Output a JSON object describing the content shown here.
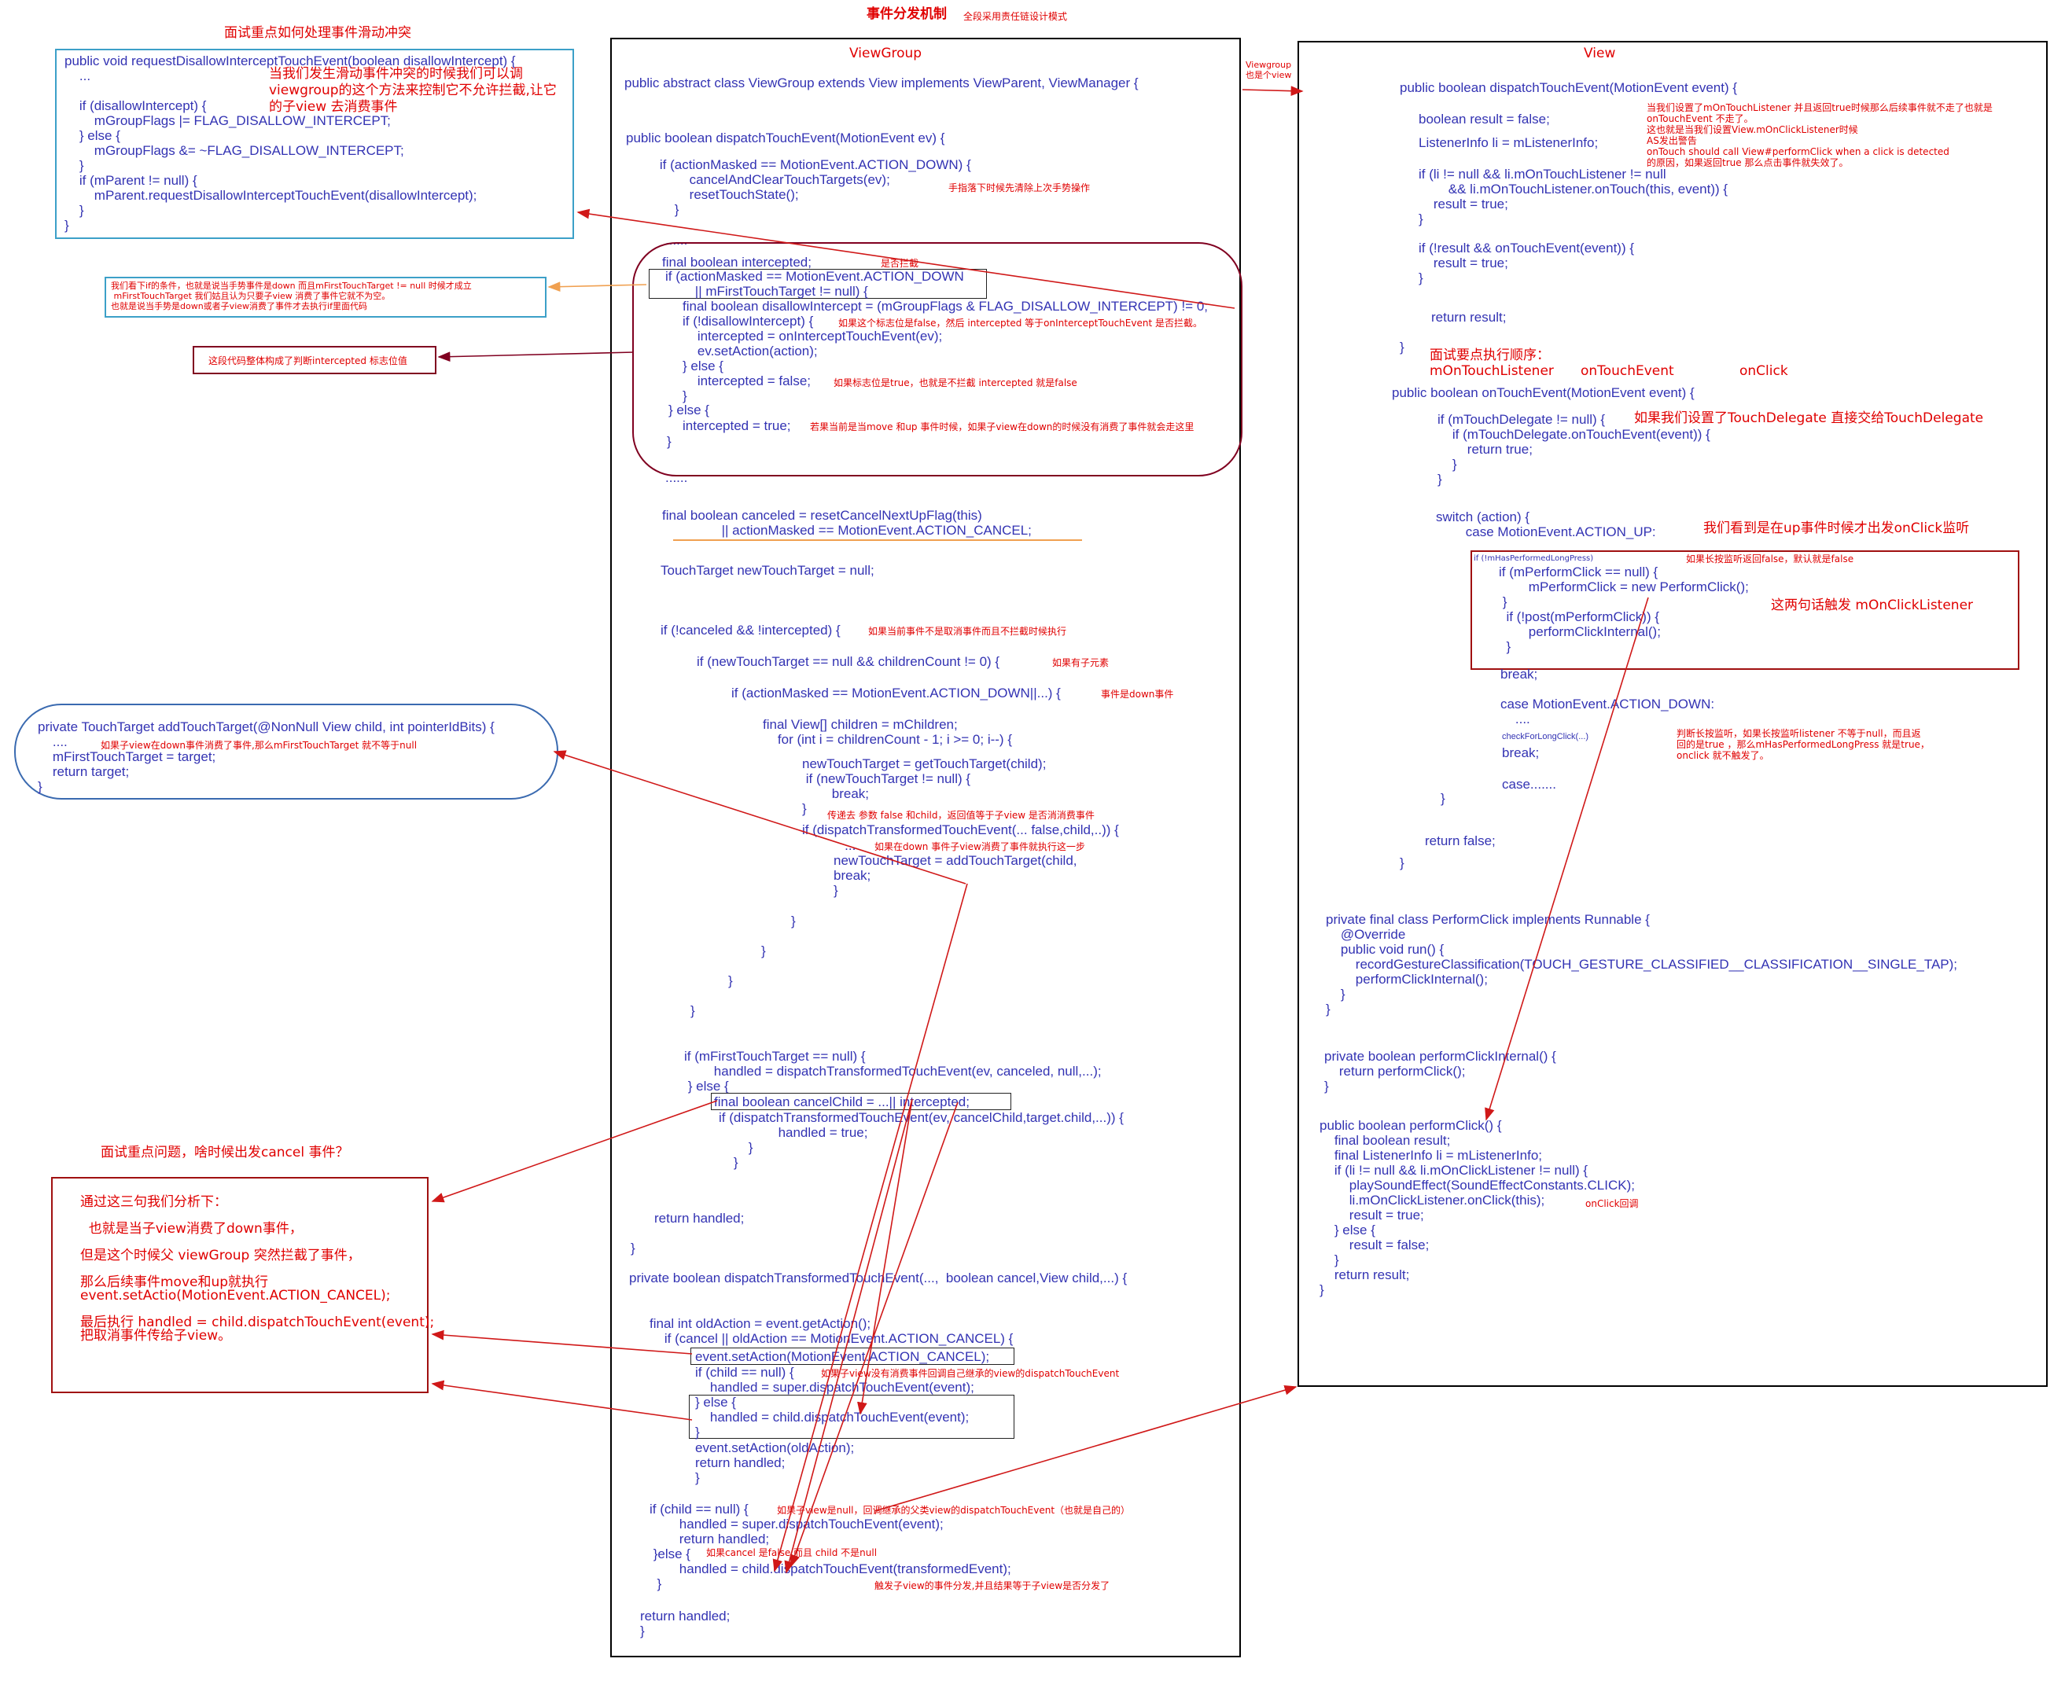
{
  "header": {
    "title": "事件分发机制",
    "subtitle": "全段采用责任链设计模式"
  },
  "request_disallow": {
    "heading": "面试重点如何处理事件滑动冲突",
    "code": [
      "public void requestDisallowInterceptTouchEvent(boolean disallowIntercept) {",
      "    ...",
      "",
      "    if (disallowIntercept) {",
      "        mGroupFlags |= FLAG_DISALLOW_INTERCEPT;",
      "    } else {",
      "        mGroupFlags &= ~FLAG_DISALLOW_INTERCEPT;",
      "    }",
      "    if (mParent != null) {",
      "        mParent.requestDisallowInterceptTouchEvent(disallowIntercept);",
      "    }",
      "}"
    ],
    "note": "当我们发生滑动事件冲突的时候我们可以调\nviewgroup的这个方法来控制它不允许拦截,让它\n的子view 去消费事件"
  },
  "condition_note": "我们看下if的条件，也就是说当手势事件是down 而且mFirstTouchTarget != null 时候才成立\n mFirstTouchTarget 我们姑且认为只要子view 消费了事件它就不为空。\n也就是说当手势是down或者子view消费了事件才去执行if里面代码",
  "intercept_flag_note": "这段代码整体构成了判断intercepted 标志位值",
  "add_touch_target": {
    "code": [
      "private TouchTarget addTouchTarget(@NonNull View child, int pointerIdBits) {",
      "    ....",
      "    mFirstTouchTarget = target;",
      "    return target;",
      "}"
    ],
    "note": "如果子view在down事件消费了事件,那么mFirstTouchTarget 就不等于null"
  },
  "cancel_question": {
    "heading": "面试重点问题，啥时候出发cancel 事件？",
    "lines": [
      "通过这三句我们分析下：",
      "",
      "  也就是当子view消费了down事件，",
      "",
      "但是这个时候父 viewGroup 突然拦截了事件，",
      "",
      "那么后续事件move和up就执行",
      "event.setActio(MotionEvent.ACTION_CANCEL);",
      "",
      "最后执行 handled = child.dispatchTouchEvent(event);",
      "把取消事件传给子view。"
    ]
  },
  "viewgroup": {
    "title": "ViewGroup",
    "class_decl": "public abstract class ViewGroup extends View implements ViewParent, ViewManager {",
    "dispatch_sig": "public boolean dispatchTouchEvent(MotionEvent ev) {",
    "down_block": "    if (actionMasked == MotionEvent.ACTION_DOWN) {\n            cancelAndClearTouchTargets(ev);\n            resetTouchState();\n        }",
    "down_note": "手指落下时候先清除上次手势操作",
    "ellipsis1": "......",
    "intercepted_decl": "final boolean intercepted;",
    "intercepted_decl_note": "是否拦截",
    "intercept_if": "if (actionMasked == MotionEvent.ACTION_DOWN\n        || mFirstTouchTarget != null) {",
    "intercept_body": "final boolean disallowIntercept = (mGroupFlags & FLAG_DISALLOW_INTERCEPT) != 0;\nif (!disallowIntercept) {\n    intercepted = onInterceptTouchEvent(ev);\n    ev.setAction(action);\n} else {\n    intercepted = false;\n}",
    "disallow_note": "如果这个标志位是false，然后 intercepted 等于onInterceptTouchEvent 是否拦截。",
    "false_note": "如果标志位是true，也就是不拦截 intercepted 就是false",
    "else_line": "} else {",
    "intercepted_true": "intercepted = true;",
    "intercepted_true_note": "若果当前是当move 和up 事件时候，如果子view在down的时候没有消费了事件就会走这里",
    "close_brace": "}",
    "ellipsis2": "......",
    "canceled": "final boolean canceled = resetCancelNextUpFlag(this)\n                || actionMasked == MotionEvent.ACTION_CANCEL;",
    "new_touch_target": "TouchTarget newTouchTarget = null;",
    "if_not_canceled": "if (!canceled && !intercepted) {",
    "if_not_canceled_note": "如果当前事件不是取消事件而且不拦截时候执行",
    "if_children": "if (newTouchTarget == null && childrenCount != 0) {",
    "if_children_note": "如果有子元素",
    "if_action_down": "if (actionMasked == MotionEvent.ACTION_DOWN||...) {",
    "if_action_down_note": "事件是down事件",
    "loop": "final View[] children = mChildren;\n    for (int i = childrenCount - 1; i >= 0; i--) {",
    "loop_body": "newTouchTarget = getTouchTarget(child);\n if (newTouchTarget != null) {\n        break;\n}",
    "param_note": "传递去 参数 false 和child，返回值等于子view 是否消消费事件",
    "dispatch_if": "if (dispatchTransformedTouchEvent(... false,child,..)) {",
    "dispatch_if_body": "   ...\nnewTouchTarget = addTouchTarget(child,\nbreak;\n}",
    "dispatch_if_note": "如果在down 事件子view消费了事件就执行这一步",
    "braces": [
      "}",
      "}",
      "}",
      "}"
    ],
    "first_null": "if (mFirstTouchTarget == null) {\n        handled = dispatchTransformedTouchEvent(ev, canceled, null,...);\n } else {",
    "cancel_child": "final boolean cancelChild = ...|| intercepted;",
    "else_dispatch": "if (dispatchTransformedTouchEvent(ev, cancelChild,target.child,...)) {\n                handled = true;\n        }\n    }",
    "return_handled": "return handled;",
    "end_brace": "}",
    "transformed_sig": "private boolean dispatchTransformedTouchEvent(...,  boolean cancel,View child,...) {",
    "old_action": "final int oldAction = event.getAction();\n    if (cancel || oldAction == MotionEvent.ACTION_CANCEL) {",
    "set_cancel": "event.setAction(MotionEvent.ACTION_CANCEL);",
    "child_null1": "if (child == null) {\n    handled = super.dispatchTouchEvent(event);",
    "child_null1_note": "如果子view没有消费事件回调自己继承的view的dispatchTouchEvent",
    "else_child": "} else {\n    handled = child.dispatchTouchEvent(event);\n}",
    "restore": "event.setAction(oldAction);\nreturn handled;\n}",
    "child_null2": "if (child == null) {\n        handled = super.dispatchTouchEvent(event);\n        return handled;\n }else {\n        handled = child.dispatchTouchEvent(transformedEvent);\n  }",
    "child_null2_note": "如果子view是null，回调继承的父类view的dispatchTouchEvent（也就是自己的）",
    "cancel_false_note": "如果cancel 是false 而且 child 不是null",
    "trigger_note": "触发子view的事件分发,并且结果等于子view是否分发了",
    "return_end": "return handled;\n}"
  },
  "viewgroup_is_view": "Viewgroup\n也是个view",
  "view": {
    "title": "View",
    "dispatch_sig": "public boolean dispatchTouchEvent(MotionEvent event) {",
    "result_decl": "boolean result = false;",
    "listener_info": "ListenerInfo li = mListenerInfo;",
    "listener_note": "当我们设置了mOnTouchListener 并且返回true时候那么后续事件就不走了也就是\nonTouchEvent 不走了。\n这也就是当我们设置View.mOnClickListener时候\nAS发出警告\nonTouch should call View#performClick when a click is detected\n的原因，如果返回true 那么点击事件就失效了。",
    "touch_if": "if (li != null && li.mOnTouchListener != null\n        && li.mOnTouchListener.onTouch(this, event)) {\n    result = true;\n}",
    "touch_event_if": "if (!result && onTouchEvent(event)) {\n    result = true;\n}",
    "return_result": "return result;",
    "close": "}",
    "order_note_title": "面试要点执行顺序：",
    "order_items": [
      "mOnTouchListener",
      "onTouchEvent",
      "onClick"
    ],
    "on_touch_sig": "public boolean onTouchEvent(MotionEvent event) {",
    "delegate": "if (mTouchDelegate != null) {\n    if (mTouchDelegate.onTouchEvent(event)) {\n        return true;\n    }\n}",
    "delegate_note": "如果我们设置了TouchDelegate 直接交给TouchDelegate",
    "switch": "switch (action) {\n        case MotionEvent.ACTION_UP:",
    "switch_note": "我们看到是在up事件时候才出发onClick监听",
    "long_press_comment": "if (!mHasPerformedLongPress)",
    "long_press_note": "如果长按监听返回false，默认就是false",
    "perform_block": "if (mPerformClick == null) {\n        mPerformClick = new PerformClick();\n }\n  if (!post(mPerformClick)) {\n        performClickInternal();\n  }",
    "perform_note": "这两句话触发 mOnClickListener",
    "after_perform": "break;\n\ncase MotionEvent.ACTION_DOWN:\n    ....",
    "check_long": "checkForLongClick(...)",
    "break_line": "break;",
    "long_click_note": "判断长按监听，如果长按监听listener 不等于null，而且返\n回的是true ，那么mHasPerformedLongPress 就是true，\nonclick 就不触发了。",
    "case_dots": "case.......",
    "close_switch": "}",
    "return_false": "return false;",
    "close2": "}",
    "perform_class": "private final class PerformClick implements Runnable {\n    @Override\n    public void run() {\n        recordGestureClassification(TOUCH_GESTURE_CLASSIFIED__CLASSIFICATION__SINGLE_TAP);\n        performClickInternal();\n    }\n}",
    "perform_internal": "private boolean performClickInternal() {\n    return performClick();\n}",
    "perform_click": "public boolean performClick() {\n    final boolean result;\n    final ListenerInfo li = mListenerInfo;\n    if (li != null && li.mOnClickListener != null) {\n        playSoundEffect(SoundEffectConstants.CLICK);\n        li.mOnClickListener.onClick(this);\n        result = true;\n    } else {\n        result = false;\n    }\n    return result;\n}",
    "onclick_note": "onClick回调"
  },
  "colors": {
    "code": "#3333b3",
    "note": "#e00000",
    "viewgroup_border": "#000000",
    "left_box_border": "#3ca0c8",
    "intercept_outline": "#800020",
    "orange": "#f0a050",
    "arrow": "#d01818"
  }
}
